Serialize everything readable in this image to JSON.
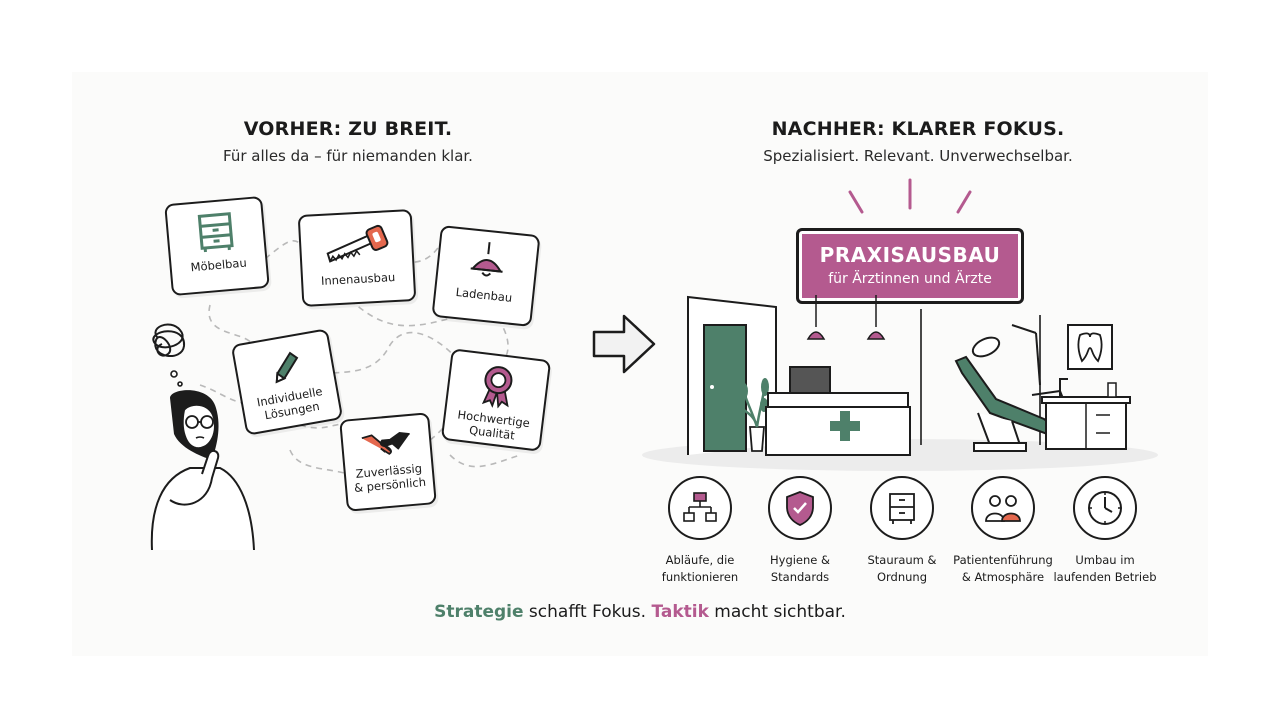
{
  "left": {
    "title": "VORHER: ZU BREIT.",
    "subtitle": "Für alles da – für niemanden klar.",
    "cards": [
      "Möbelbau",
      "Innenausbau",
      "Ladenbau",
      "Individuelle Lösungen",
      "Hochwertige Qualität",
      "Zuverlässig & persönlich"
    ]
  },
  "right": {
    "title": "NACHHER: KLARER FOKUS.",
    "subtitle": "Spezialisiert. Relevant. Unverwechselbar.",
    "sign": {
      "line1": "PRAXISAUSBAU",
      "line2": "für Ärztinnen und Ärzte"
    },
    "features": [
      {
        "icon": "flowchart-icon",
        "line1": "Abläufe, die",
        "line2": "funktionieren"
      },
      {
        "icon": "shield-check-icon",
        "line1": "Hygiene &",
        "line2": "Standards"
      },
      {
        "icon": "drawer-cabinet-icon",
        "line1": "Stauraum &",
        "line2": "Ordnung"
      },
      {
        "icon": "people-icon",
        "line1": "Patientenführung",
        "line2": "& Atmosphäre"
      },
      {
        "icon": "clock-icon",
        "line1": "Umbau im",
        "line2": "laufenden Betrieb"
      }
    ]
  },
  "tagline": {
    "word1": "Strategie",
    "rest1": " schafft Fokus. ",
    "word2": "Taktik",
    "rest2": " macht sichtbar."
  },
  "colors": {
    "green": "#4e806a",
    "mauve": "#b45a8f",
    "ink": "#1c1c1c"
  }
}
